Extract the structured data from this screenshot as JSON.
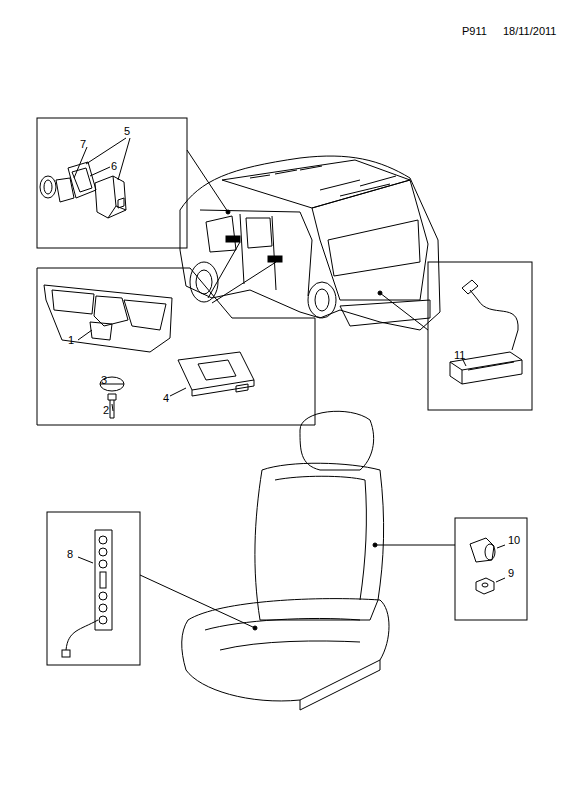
{
  "diagram": {
    "labels": [
      "P911",
      "18/11/2011",
      "5",
      "7",
      "6",
      "1",
      "3",
      "2",
      "4",
      "11",
      "8",
      "10",
      "9"
    ]
  }
}
